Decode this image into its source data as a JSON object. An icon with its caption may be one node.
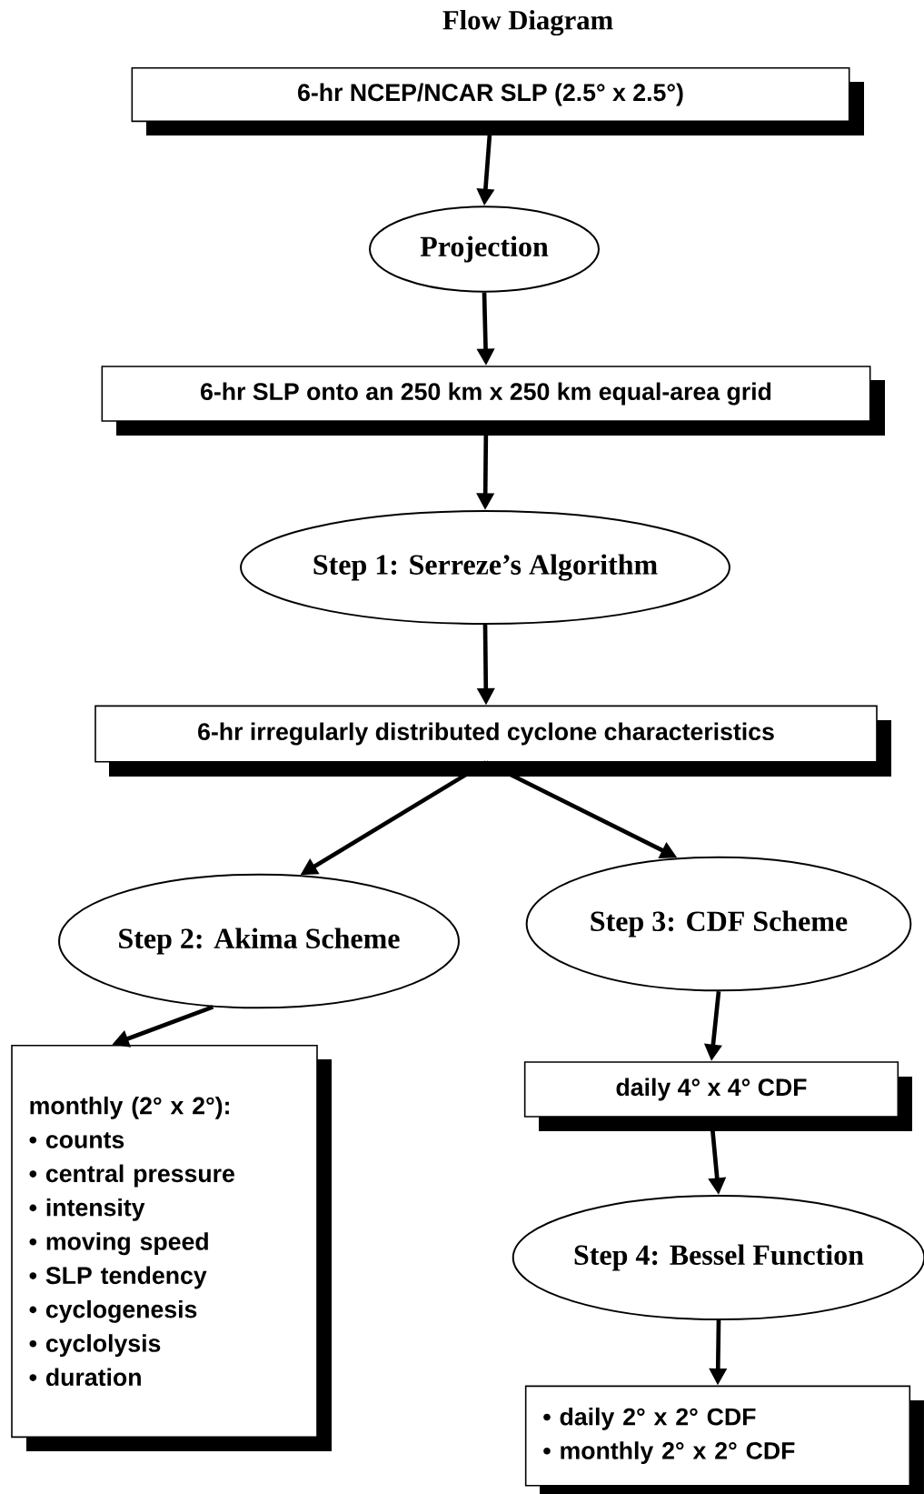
{
  "diagram": {
    "title": "Flow Diagram",
    "nodes": [
      {
        "text": [
          "6-hr NCEP/NCAR SLP (2.5° x 2.5°)"
        ]
      },
      {
        "text": [
          "Projection"
        ]
      },
      {
        "text": [
          "6-hr SLP onto an 250 km x 250 km equal-area grid"
        ]
      },
      {
        "text": [
          "Step 1: Serreze’s Algorithm"
        ]
      },
      {
        "text": [
          "6-hr irregularly distributed cyclone characteristics"
        ]
      },
      {
        "text": [
          "Step 2: Akima Scheme"
        ]
      },
      {
        "text": [
          "Step 3: CDF Scheme"
        ]
      },
      {
        "text": [
          "monthly (2° x 2°):",
          "• counts",
          "• central pressure",
          "• intensity",
          "• moving speed",
          "• SLP tendency",
          "• cyclogenesis",
          "• cyclolysis",
          "• duration"
        ]
      },
      {
        "text": [
          "daily 4° x 4° CDF"
        ]
      },
      {
        "text": [
          "Step 4: Bessel Function"
        ]
      },
      {
        "text": [
          "• daily 2° x 2° CDF",
          "• monthly 2° x 2° CDF"
        ]
      }
    ],
    "edges": [
      {
        "from": 0,
        "to": 1,
        "arrow": "to"
      },
      {
        "from": 1,
        "to": 2,
        "arrow": "to"
      },
      {
        "from": 2,
        "to": 3,
        "arrow": "to"
      },
      {
        "from": 3,
        "to": 4,
        "arrow": "to"
      },
      {
        "from": 4,
        "to": 5,
        "arrow": "to"
      },
      {
        "from": 4,
        "to": 6,
        "arrow": "to"
      },
      {
        "from": 5,
        "to": 7,
        "arrow": "to"
      },
      {
        "from": 6,
        "to": 8,
        "arrow": "to"
      },
      {
        "from": 8,
        "to": 9,
        "arrow": "to"
      },
      {
        "from": 9,
        "to": 10,
        "arrow": "to"
      }
    ]
  }
}
